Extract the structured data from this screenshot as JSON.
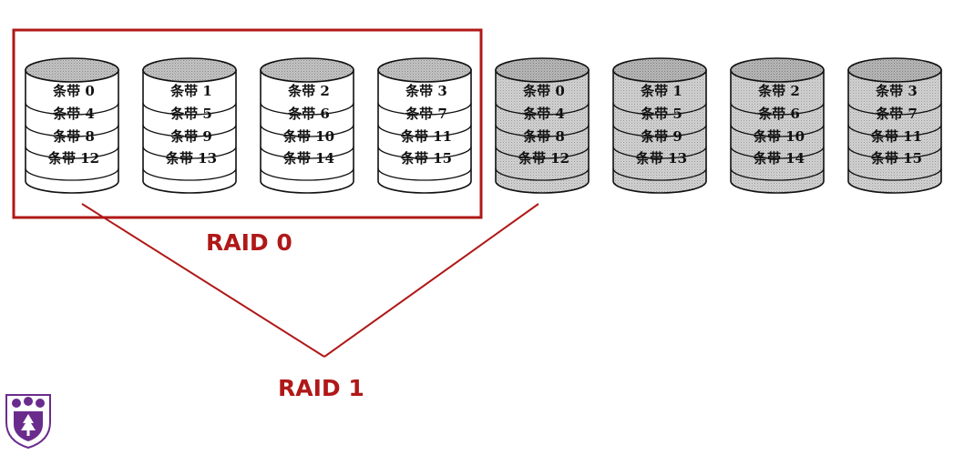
{
  "colors": {
    "accent": "#b01818",
    "mirror_fill": "#d4d4d4",
    "primary_fill": "#ffffff",
    "logo_purple": "#6a2c8c"
  },
  "labels": {
    "raid0": "RAID 0",
    "raid1": "RAID 1"
  },
  "disks": [
    {
      "group": "primary",
      "stripes": [
        "条带 0",
        "条带 4",
        "条带 8",
        "条带 12"
      ]
    },
    {
      "group": "primary",
      "stripes": [
        "条带 1",
        "条带 5",
        "条带 9",
        "条带 13"
      ]
    },
    {
      "group": "primary",
      "stripes": [
        "条带 2",
        "条带 6",
        "条带 10",
        "条带 14"
      ]
    },
    {
      "group": "primary",
      "stripes": [
        "条带 3",
        "条带 7",
        "条带 11",
        "条带 15"
      ]
    },
    {
      "group": "mirror",
      "stripes": [
        "条带 0",
        "条带 4",
        "条带 8",
        "条带 12"
      ]
    },
    {
      "group": "mirror",
      "stripes": [
        "条带 1",
        "条带 5",
        "条带 9",
        "条带 13"
      ]
    },
    {
      "group": "mirror",
      "stripes": [
        "条带 2",
        "条带 6",
        "条带 10",
        "条带 14"
      ]
    },
    {
      "group": "mirror",
      "stripes": [
        "条带 3",
        "条带 7",
        "条带 11",
        "条带 15"
      ]
    }
  ],
  "logo": {
    "icon": "university-crest-icon"
  }
}
